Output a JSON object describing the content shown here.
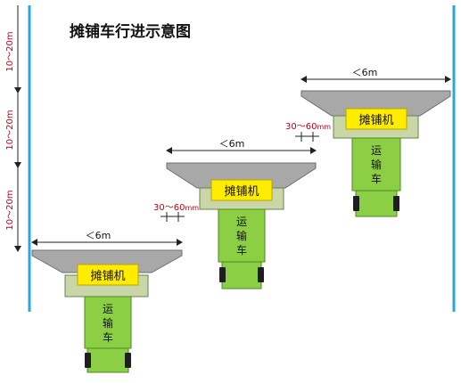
{
  "title": "摊铺车行进示意图",
  "colors": {
    "background": "#ffffff",
    "edge_line": "#2aa7df",
    "truck": "#8ccf45",
    "truck_stroke": "#4c8a25",
    "label_box": "#ffec00",
    "label_stroke": "#b7a500",
    "hopper": "#a8a8a8",
    "hopper_stroke": "#6e6e6e",
    "plate": "#c8d6a8",
    "plate_stroke": "#6f7d55",
    "wheel": "#1f1f1f",
    "dim": "#222222",
    "gap_text": "#c0001a"
  },
  "left_scale": {
    "segments": [
      "10～20m",
      "10～20m",
      "10～20m"
    ]
  },
  "pavers": [
    {
      "width_label": "＜6m",
      "paver_label": "摊铺机",
      "truck_label": [
        "运",
        "输",
        "车"
      ]
    },
    {
      "width_label": "＜6m",
      "paver_label": "摊铺机",
      "truck_label": [
        "运",
        "输",
        "车"
      ]
    },
    {
      "width_label": "＜6m",
      "paver_label": "摊铺机",
      "truck_label": [
        "运",
        "输",
        "车"
      ]
    }
  ],
  "gaps": [
    {
      "label": "30～60",
      "unit": "mm"
    },
    {
      "label": "30～60",
      "unit": "mm"
    }
  ]
}
